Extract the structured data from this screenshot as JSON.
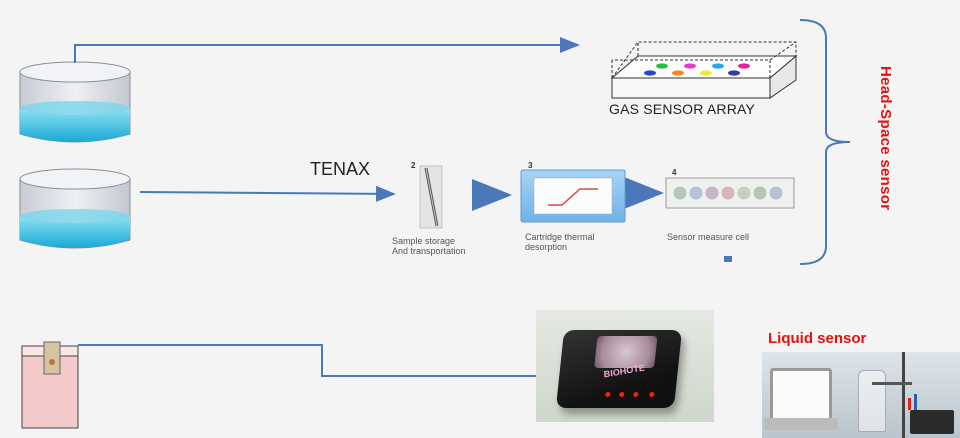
{
  "diagram": {
    "gas_sensor_array_label": "GAS SENSOR ARRAY",
    "tenax_label": "TENAX",
    "step_numbers": [
      "2",
      "3",
      "4"
    ],
    "step_labels": {
      "sample_storage": "Sample storage\nAnd transportation",
      "cartridge_thermal": "Cartridge thermal\ndesorption",
      "sensor_measure": "Sensor measure cell"
    },
    "head_space_label": "Head-Space sensor",
    "liquid_sensor_label": "Liquid sensor",
    "device_brand_text": "BIOHOTE"
  },
  "colors": {
    "connector_blue": "#4a78b8",
    "label_red": "#e81010",
    "liquid_blue": "#2fb6d8",
    "beaker_glass": "#dde0e6"
  }
}
